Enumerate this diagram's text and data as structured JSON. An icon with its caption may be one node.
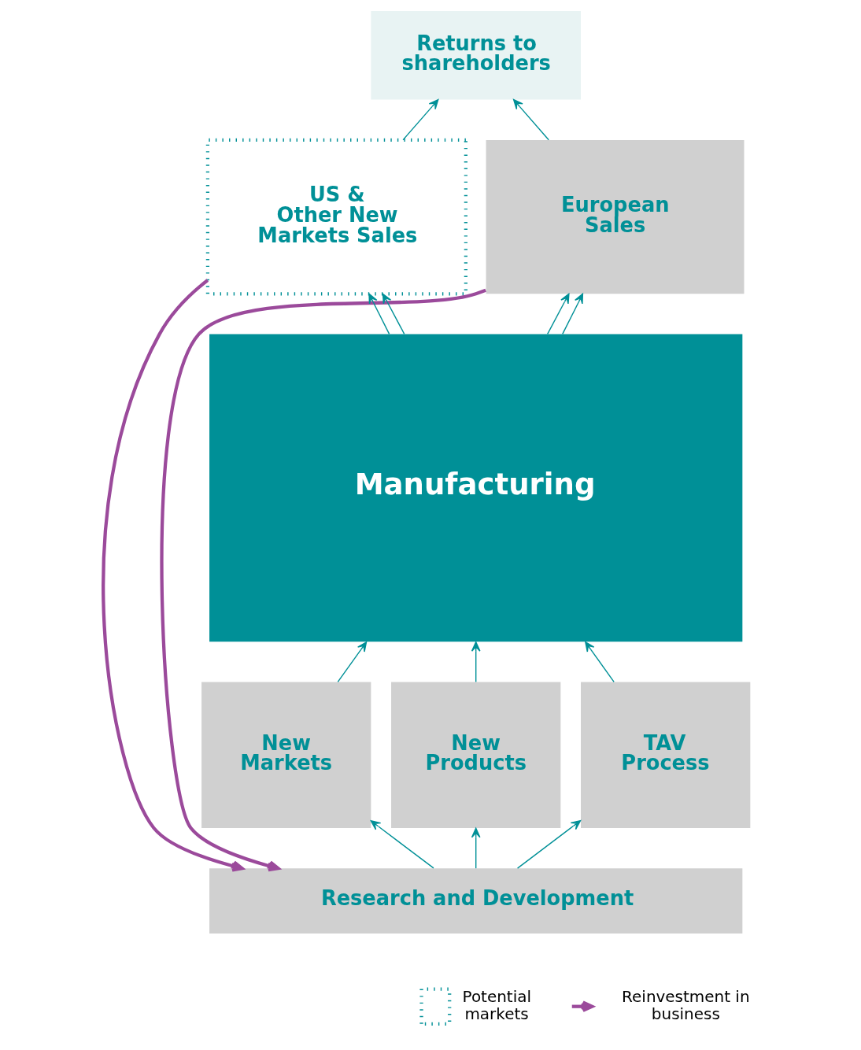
{
  "diagram": {
    "nodes": [
      {
        "text": [
          "Returns to shareholders"
        ]
      },
      {
        "text": [
          "US & Other New Markets Sales"
        ]
      },
      {
        "text": [
          "European Sales"
        ]
      },
      {
        "text": [
          "Manufacturing"
        ]
      },
      {
        "text": [
          "New Markets"
        ]
      },
      {
        "text": [
          "New Products"
        ]
      },
      {
        "text": [
          "TAV Process"
        ]
      },
      {
        "text": [
          "Research and Development"
        ]
      }
    ],
    "edges": [
      {
        "from": 1,
        "to": 0,
        "arrow": "to"
      },
      {
        "from": 2,
        "to": 0,
        "arrow": "to"
      },
      {
        "from": 3,
        "to": 1,
        "arrow": "to"
      },
      {
        "from": 3,
        "to": 1,
        "arrow": "to"
      },
      {
        "from": 3,
        "to": 2,
        "arrow": "to"
      },
      {
        "from": 3,
        "to": 2,
        "arrow": "to"
      },
      {
        "from": 4,
        "to": 3,
        "arrow": "to"
      },
      {
        "from": 5,
        "to": 3,
        "arrow": "to"
      },
      {
        "from": 6,
        "to": 3,
        "arrow": "to"
      },
      {
        "from": 7,
        "to": 4,
        "arrow": "to"
      },
      {
        "from": 7,
        "to": 5,
        "arrow": "to"
      },
      {
        "from": 7,
        "to": 6,
        "arrow": "to"
      },
      {
        "from": 1,
        "to": 7,
        "arrow": "to",
        "style": "thick",
        "color": "#9b4a9b"
      },
      {
        "from": 2,
        "to": 7,
        "arrow": "to",
        "style": "thick",
        "color": "#9b4a9b"
      }
    ],
    "legend": [
      {
        "text": "Potential markets"
      },
      {
        "text": "Reinvestment in business"
      }
    ]
  }
}
